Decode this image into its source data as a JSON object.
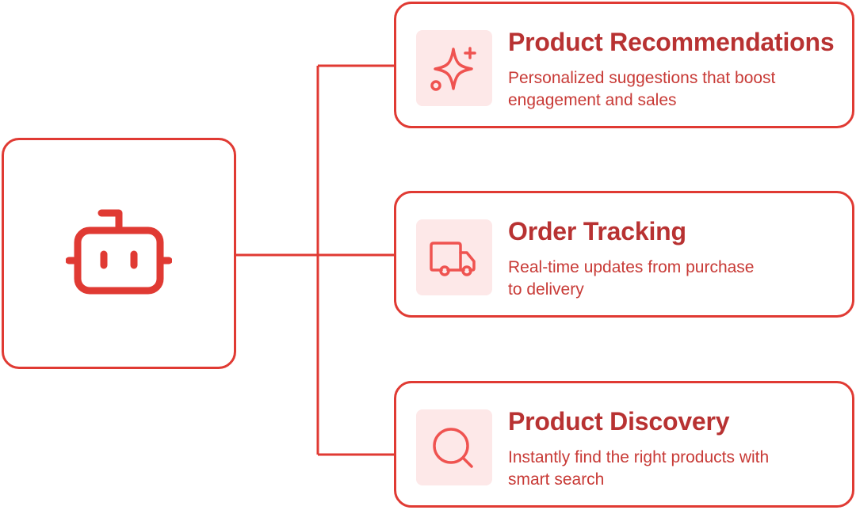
{
  "colors": {
    "accent": "#e03a33",
    "title": "#b83232",
    "text": "#c83a36",
    "icon_tile_bg": "#fde8e8"
  },
  "hub": {
    "icon": "bot-icon"
  },
  "features": [
    {
      "icon": "sparkles-icon",
      "title": "Product Recommendations",
      "desc_line1": "Personalized suggestions that boost",
      "desc_line2": "engagement and sales"
    },
    {
      "icon": "truck-icon",
      "title": "Order Tracking",
      "desc_line1": "Real-time updates from purchase",
      "desc_line2": "to delivery"
    },
    {
      "icon": "search-icon",
      "title": "Product Discovery",
      "desc_line1": "Instantly find the right products with",
      "desc_line2": "smart search"
    }
  ]
}
